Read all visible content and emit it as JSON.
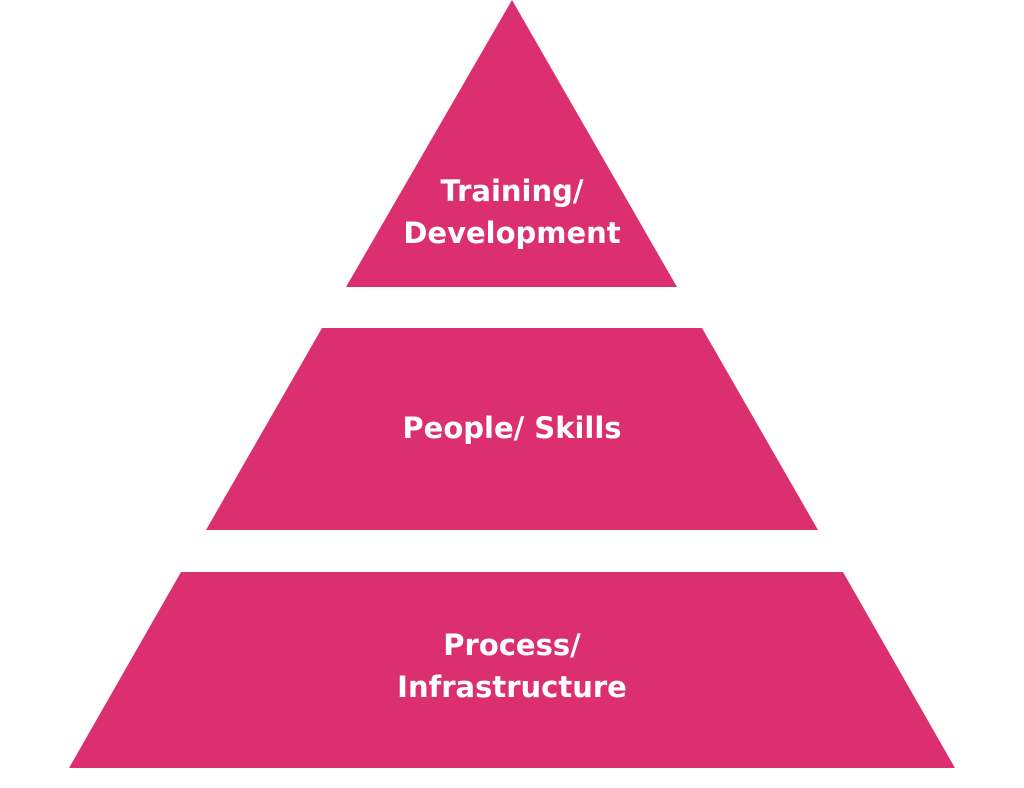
{
  "colors": {
    "tier_fill": "#DC2F6F",
    "text": "#FFFFFF"
  },
  "pyramid": {
    "tiers": [
      {
        "line1": "Training/",
        "line2": "Development"
      },
      {
        "line1": "People/ Skills"
      },
      {
        "line1": "Process/",
        "line2": "Infrastructure"
      }
    ]
  }
}
